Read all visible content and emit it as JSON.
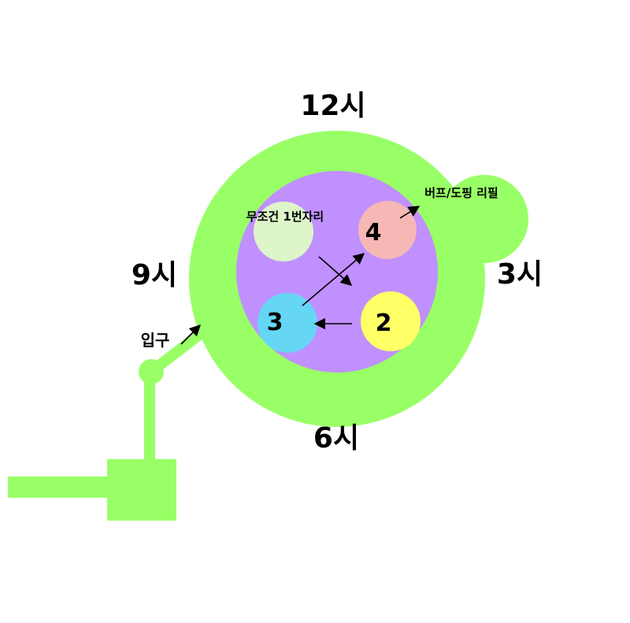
{
  "colors": {
    "arena_green": "#99ff66",
    "inner_purple": "#c090ff",
    "zone_1": "#ddf5c8",
    "zone_2": "#ffff66",
    "zone_3": "#66d6f5",
    "zone_4": "#f5b8b5",
    "arrow": "#000000"
  },
  "clock_labels": {
    "twelve": "12시",
    "three": "3시",
    "six": "6시",
    "nine": "9시"
  },
  "entrance_label": "입구",
  "zones": {
    "zone_1_label": "무조건 1번자리",
    "zone_2_number": "2",
    "zone_3_number": "3",
    "zone_4_number": "4"
  },
  "buff_label": "버프/도핑 리필"
}
